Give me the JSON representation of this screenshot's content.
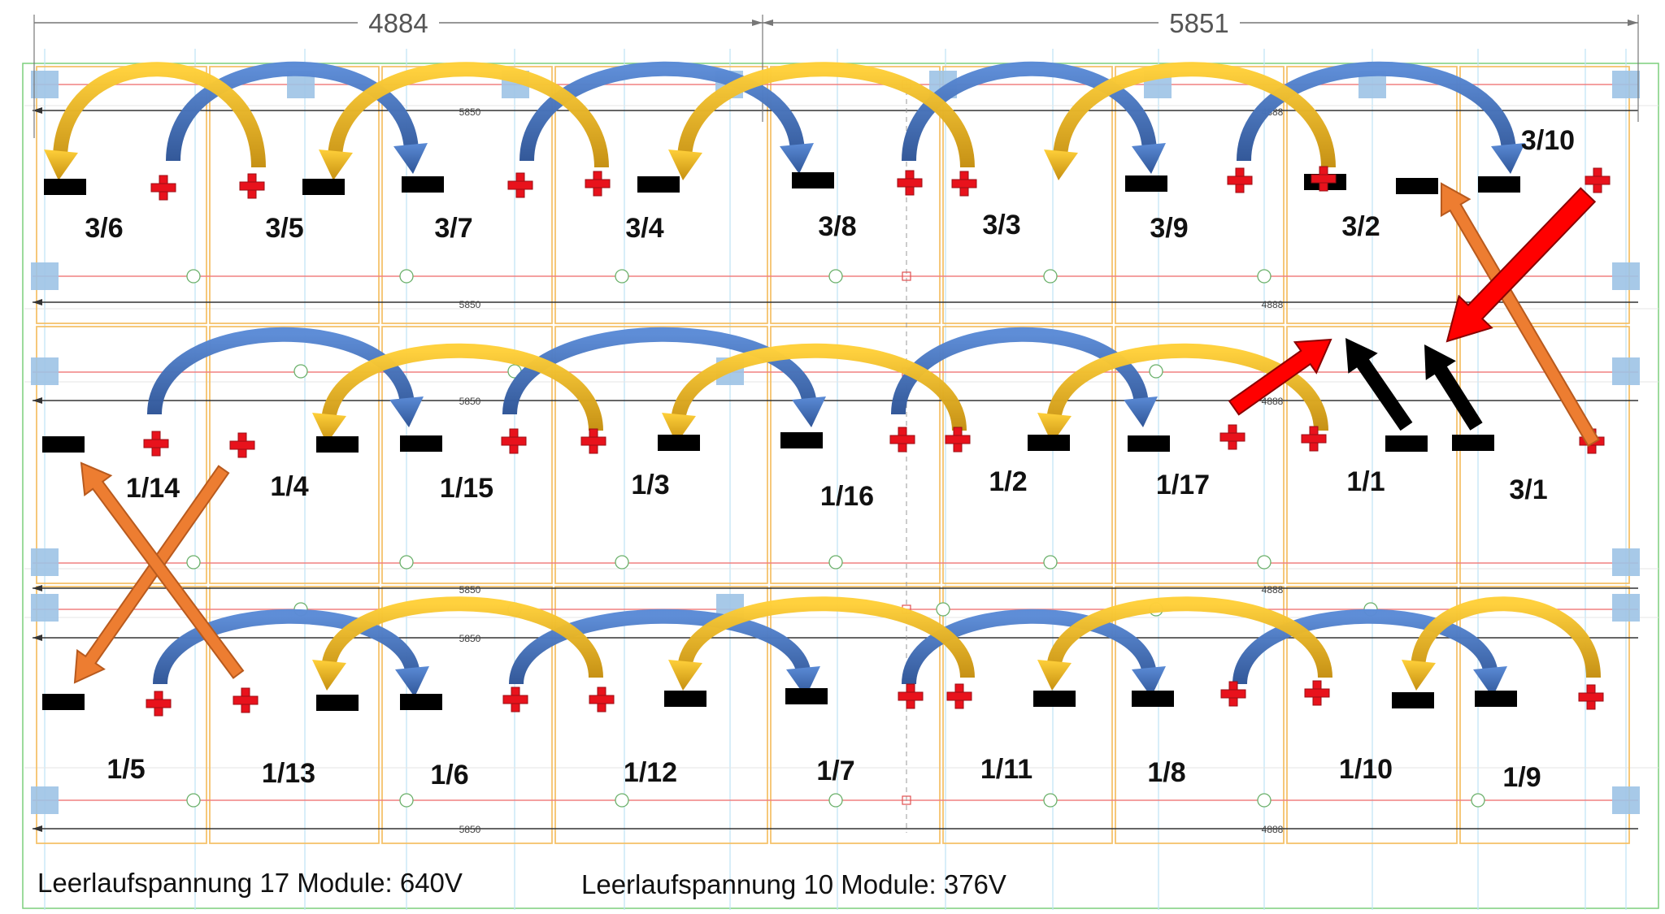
{
  "dimensions": {
    "left": "4884",
    "right": "5851"
  },
  "inner_dimensions": {
    "left": "5850",
    "right": "4888"
  },
  "labels": {
    "top": [
      "3/6",
      "3/5",
      "3/7",
      "3/4",
      "3/8",
      "3/3",
      "3/9",
      "3/2",
      "3/10"
    ],
    "middle": [
      "1/14",
      "1/4",
      "1/15",
      "1/3",
      "1/16",
      "1/2",
      "1/17",
      "1/1",
      "3/1"
    ],
    "bottom": [
      "1/5",
      "1/13",
      "1/6",
      "1/12",
      "1/7",
      "1/11",
      "1/8",
      "1/10",
      "1/9"
    ]
  },
  "captions": {
    "left": "Leerlaufspannung 17 Module: 640V",
    "right": "Leerlaufspannung 10 Module: 376V"
  },
  "colors": {
    "blue_arc": "#4472c4",
    "gold_arc": "#d4a017",
    "orange_arrow": "#ed7d31",
    "red_arrow": "#ff0000",
    "black_arrow": "#000000",
    "plus_symbol": "#e8121c",
    "minus_symbol": "#000000",
    "panel_outline": "#f5c26b",
    "clamp_square": "#9dc3e6",
    "rail_red": "#f08080",
    "grid_blue": "#bde3f5"
  }
}
